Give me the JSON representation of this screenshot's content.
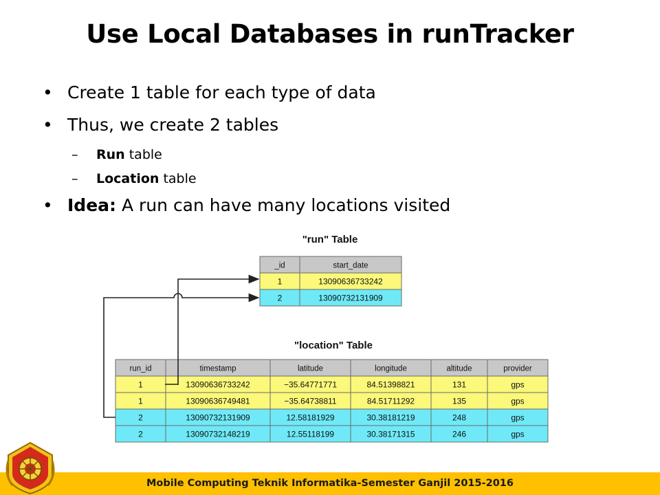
{
  "slide": {
    "title": "Use Local Databases in runTracker",
    "bullets": [
      {
        "text": "Create 1 table for each type of data"
      },
      {
        "text": "Thus, we create 2 tables"
      },
      {
        "sub": [
          {
            "bold": "Run",
            "rest": " table"
          },
          {
            "bold": "Location",
            "rest": " table"
          }
        ]
      },
      {
        "bold": "Idea:",
        "rest": " A run can have many locations visited"
      }
    ],
    "bullet_glyph": "•",
    "dash_glyph": "–"
  },
  "figure": {
    "run_table": {
      "caption": "\"run\" Table",
      "headers": [
        "_id",
        "start_date"
      ],
      "rows": [
        [
          "1",
          "13090636733242"
        ],
        [
          "2",
          "13090732131909"
        ]
      ]
    },
    "location_table": {
      "caption": "\"location\" Table",
      "headers": [
        "run_id",
        "timestamp",
        "latitude",
        "longitude",
        "altitude",
        "provider"
      ],
      "rows": [
        [
          "1",
          "13090636733242",
          "−35.64771771",
          "84.51398821",
          "131",
          "gps"
        ],
        [
          "1",
          "13090636749481",
          "−35.64738811",
          "84.51711292",
          "135",
          "gps"
        ],
        [
          "2",
          "13090732131909",
          "12.58181929",
          "30.38181219",
          "248",
          "gps"
        ],
        [
          "2",
          "13090732148219",
          "12.55118199",
          "30.38171315",
          "246",
          "gps"
        ]
      ]
    },
    "colors": {
      "header": "#c8c8c8",
      "run1": "#fbf87a",
      "run2": "#6fe9f7",
      "border": "#6a6a6a"
    }
  },
  "footer": {
    "text": "Mobile Computing Teknik Informatika-Semester Ganjil 2015-2016",
    "color": "#ffc000"
  }
}
